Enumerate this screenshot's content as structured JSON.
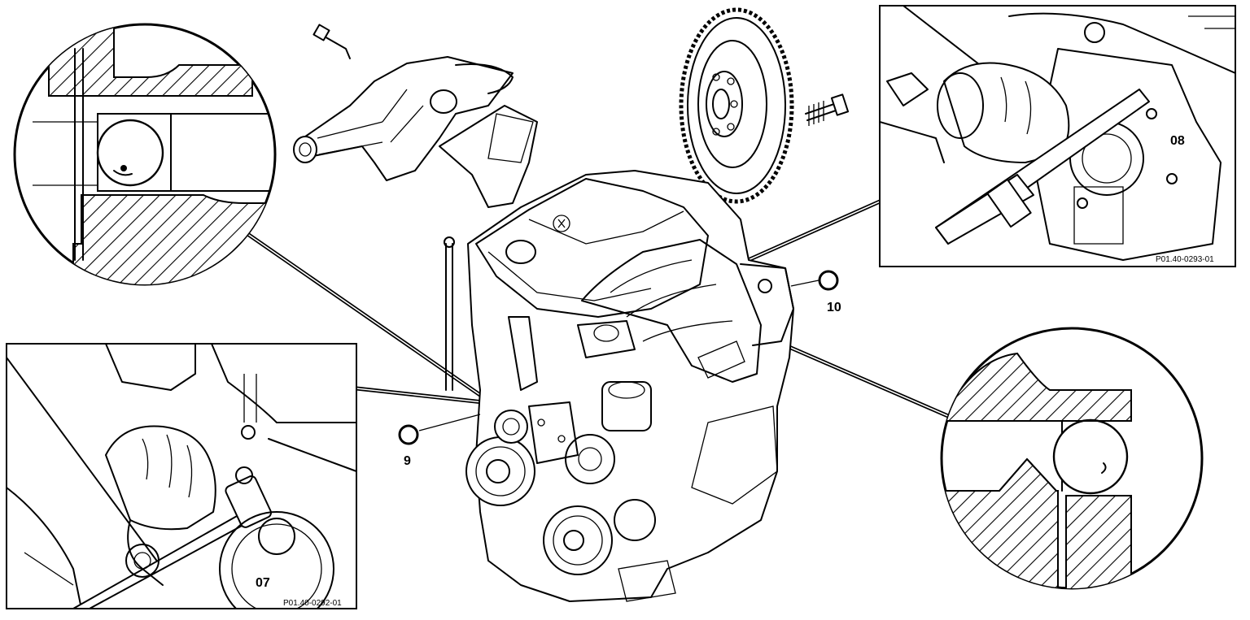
{
  "diagram": {
    "callouts": {
      "seal_9": "9",
      "seal_10": "10",
      "tool_07": "07",
      "tool_08": "08"
    },
    "figure_codes": {
      "front_detail": "P01.40-0292-01",
      "rear_detail": "P01.40-0293-01"
    },
    "icons": [
      "engine-block-icon",
      "water-pump-icon",
      "flywheel-icon",
      "bolt-icon",
      "sealing-ring-icon",
      "hatched-section-icon"
    ]
  }
}
